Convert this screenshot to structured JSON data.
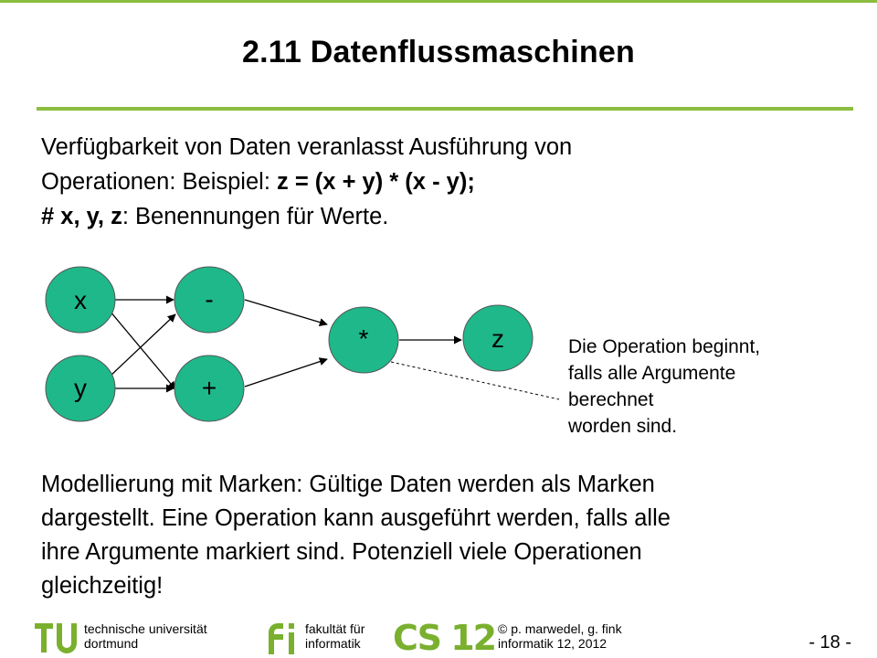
{
  "slide": {
    "title": "2.11 Datenflussmaschinen",
    "intro": {
      "line1": "Verfügbarkeit von Daten veranlasst Ausführung von",
      "line2_plain": "Operationen: Beispiel: ",
      "line2_bold": "z = (x + y) * (x - y);",
      "line3_bold": "# x, y, z",
      "line3_plain": ": Benennungen für Werte."
    },
    "diagram": {
      "node_x": "x",
      "node_y": "y",
      "node_minus": "-",
      "node_plus": "+",
      "node_mult": "*",
      "node_z": "z"
    },
    "note": {
      "line1": "Die Operation beginnt,",
      "line2": "falls alle Argumente",
      "line3": "berechnet",
      "line4": "worden sind."
    },
    "bottom": {
      "line1": "Modellierung mit Marken: Gültige Daten werden als Marken",
      "line2": "dargestellt. Eine Operation kann ausgeführt werden, falls alle",
      "line3": "ihre Argumente markiert sind. Potenziell viele Operationen",
      "line4": "gleichzeitig!"
    }
  },
  "footer": {
    "tu_line1": "technische universität",
    "tu_line2": "dortmund",
    "fi_line1": "fakultät für",
    "fi_line2": "informatik",
    "cs_logo": "CS 12",
    "credit_line1": "© p. marwedel, g. fink",
    "credit_line2": "informatik 12,  2012",
    "page": "- 18 -"
  },
  "colors": {
    "accent_green": "#8cbd3f",
    "node_fill": "#1fb88a",
    "logo_green": "#7ab02e",
    "logo_gray": "#9a9a9a"
  }
}
